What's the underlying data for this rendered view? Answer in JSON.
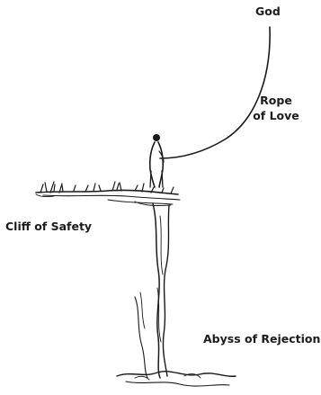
{
  "labels": {
    "god": "God",
    "rope": [
      "Rope",
      "of Love"
    ],
    "cliff": "Cliff of Safety",
    "abyss": "Abyss of Rejection"
  },
  "colors": {
    "ink": "#1a1a1a",
    "background": "#ffffff"
  }
}
